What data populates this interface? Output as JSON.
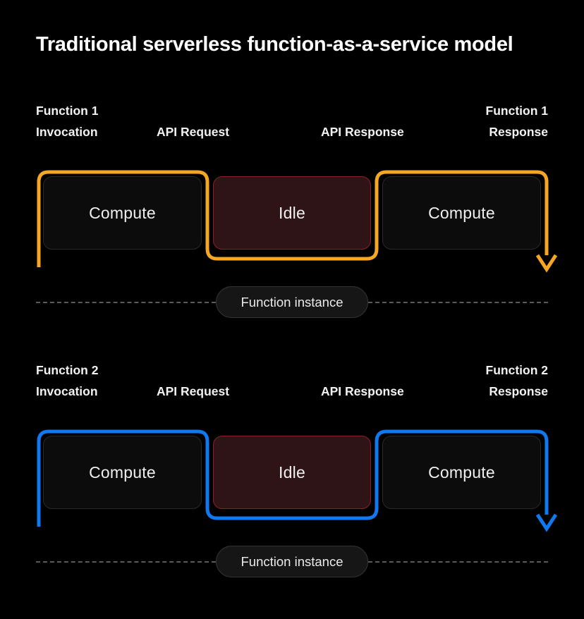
{
  "page": {
    "title": "Traditional serverless function-as-a-service model",
    "background": "#000000"
  },
  "colors": {
    "accent_function_1": "#F5A623",
    "accent_function_2": "#1179F0",
    "compute_fill": "#0C0C0C",
    "compute_border": "#2A2A2A",
    "idle_fill": "#2E1416",
    "idle_border": "#8F2026",
    "dashed_line": "#5A5A5A",
    "pill_fill": "#161616",
    "pill_border": "#343434",
    "text": "#FFFFFF"
  },
  "sections": [
    {
      "id": "function-1",
      "accent": "#F5A623",
      "labels": {
        "invocation_line1": "Function 1",
        "invocation_line2": "Invocation",
        "api_request": "API Request",
        "api_response": "API Response",
        "response_line1": "Function 1",
        "response_line2": "Response"
      },
      "stages": [
        {
          "name": "compute-1",
          "label": "Compute",
          "kind": "compute"
        },
        {
          "name": "idle",
          "label": "Idle",
          "kind": "idle"
        },
        {
          "name": "compute-2",
          "label": "Compute",
          "kind": "compute"
        }
      ],
      "instance_label": "Function instance"
    },
    {
      "id": "function-2",
      "accent": "#1179F0",
      "labels": {
        "invocation_line1": "Function 2",
        "invocation_line2": "Invocation",
        "api_request": "API Request",
        "api_response": "API Response",
        "response_line1": "Function 2",
        "response_line2": "Response"
      },
      "stages": [
        {
          "name": "compute-1",
          "label": "Compute",
          "kind": "compute"
        },
        {
          "name": "idle",
          "label": "Idle",
          "kind": "idle"
        },
        {
          "name": "compute-2",
          "label": "Compute",
          "kind": "compute"
        }
      ],
      "instance_label": "Function instance"
    }
  ]
}
